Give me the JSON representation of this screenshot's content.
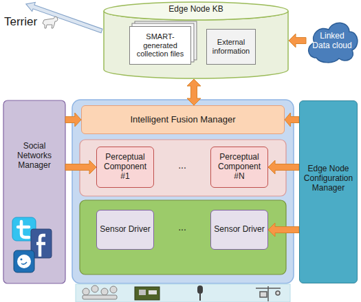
{
  "diagram": {
    "nodes": [
      {
        "text": [
          "Edge Node KB"
        ]
      },
      {
        "text": [
          "SMART-generated collection files"
        ],
        "in": 0
      },
      {
        "text": [
          "External information"
        ],
        "in": 0
      },
      {
        "text": [
          "Linked Data cloud"
        ]
      },
      {
        "text": [
          "Social Networks Manager"
        ]
      },
      {
        "text": [
          "Intelligent Fusion Manager"
        ]
      },
      {
        "text": [
          "Perceptual Component #1"
        ]
      },
      {
        "text": [
          "Perceptual Component #N"
        ]
      },
      {
        "text": [
          "Sensor Driver"
        ]
      },
      {
        "text": [
          "Sensor Driver"
        ]
      },
      {
        "text": [
          "Edge Node Configuration Manager"
        ]
      }
    ],
    "edges": [
      {
        "from": 3,
        "to": 0,
        "arrow": "to"
      },
      {
        "from": 0,
        "to": 5,
        "arrow": "both"
      },
      {
        "from": 4,
        "to": 5,
        "arrow": "to"
      },
      {
        "from": 4,
        "to": 6,
        "arrow": "to"
      },
      {
        "from": 10,
        "to": 5,
        "arrow": "to"
      },
      {
        "from": 10,
        "to": 7,
        "arrow": "to"
      },
      {
        "from": 10,
        "to": 9,
        "arrow": "to"
      }
    ],
    "labels": [
      "Terrier",
      "...",
      "..."
    ]
  }
}
